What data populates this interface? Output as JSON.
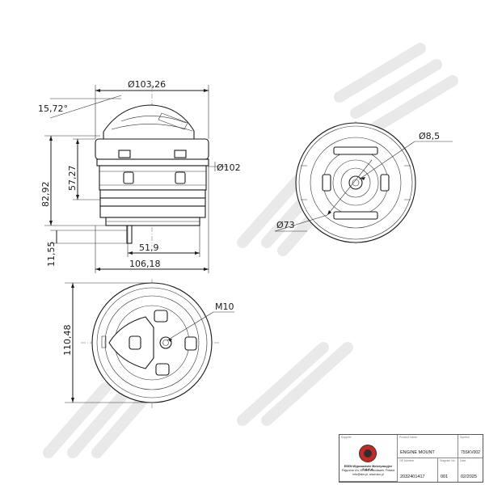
{
  "dimensions": {
    "top_diameter": "Ø103,26",
    "angle": "15,72°",
    "flange_diameter": "Ø102",
    "height_total": "82,92",
    "height_upper": "57,27",
    "stud_height": "11,55",
    "width_inner": "51,9",
    "width_total": "106,18",
    "bolt_hole": "Ø8,5",
    "pitch_diameter": "Ø73",
    "thread": "M10",
    "depth": "110,48"
  },
  "title_block": {
    "captions": {
      "company": "Supplier",
      "product_name": "Product name",
      "symbol": "Symbol",
      "oe_number": "OE Number",
      "diagram_no": "Diagram No.",
      "date": "Date"
    },
    "company_lines": [
      "ESEN Wyposażenie Motoryzacyjne S.A.K.A.",
      "Pajęczna 4/u, 87-800 Włocławek, Poland",
      "info@sks.pl, www.sks.pl"
    ],
    "product_name": "ENGINE MOUNT",
    "symbol": "75SKV002",
    "oe_number": "2032401417",
    "diagram_no": "001",
    "date": "02/2025"
  }
}
